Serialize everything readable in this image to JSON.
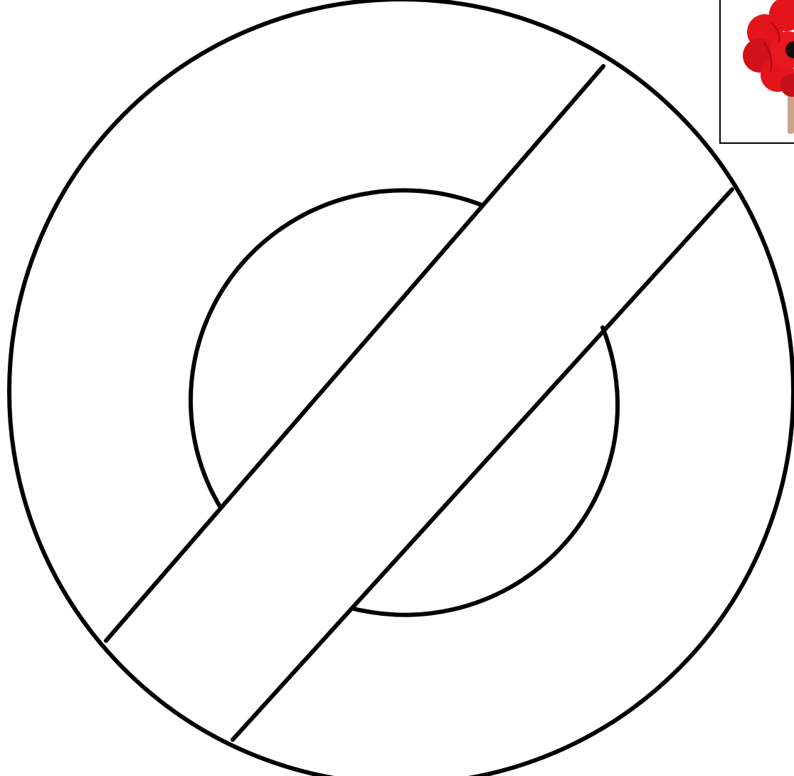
{
  "colors": {
    "background": "#ffffff",
    "line": "#000000",
    "petal": "#e3141c",
    "petal_dark": "#a80a10",
    "flower_center": "#1a0a0a",
    "stem": "#caa48a",
    "leaf": "#5a8a3a"
  },
  "diagram": {
    "shapes": [
      "outer-circle",
      "inner-circle",
      "diagonal-band"
    ]
  },
  "thumbnail": {
    "subject": "red flower"
  }
}
